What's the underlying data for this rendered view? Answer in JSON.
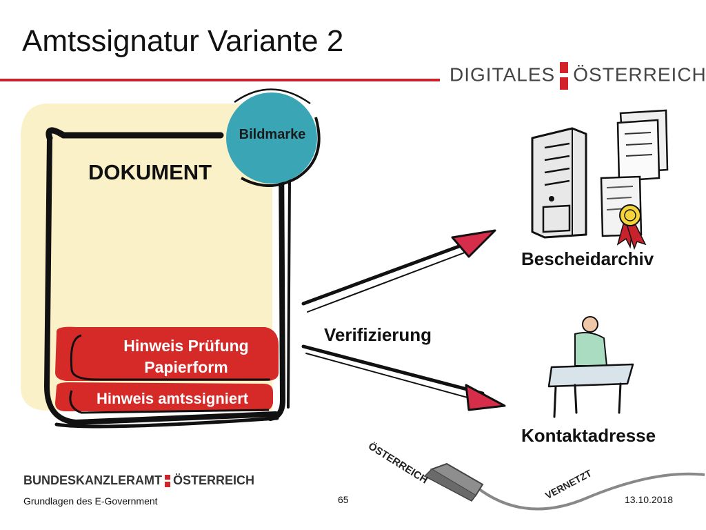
{
  "slide": {
    "title": "Amtssignatur Variante 2"
  },
  "brand": {
    "left": "DIGITALES",
    "right": "ÖSTERREICH"
  },
  "diagram": {
    "document_title": "DOKUMENT",
    "bildmarke": "Bildmarke",
    "hinweis_pruefung": "Hinweis Prüfung Papierform",
    "hinweis_signiert": "Hinweis amtssigniert",
    "verifizierung": "Verifizierung",
    "bescheidarchiv": "Bescheidarchiv",
    "kontaktadresse": "Kontaktadresse"
  },
  "stamp": {
    "top": "ÖSTERREICH",
    "bottom": "VERNETZT"
  },
  "footer": {
    "logo_left": "BUNDESKANZLERAMT",
    "logo_right": "ÖSTERREICH",
    "text": "Grundlagen des E-Government",
    "page": "65",
    "date": "13.10.2018"
  },
  "colors": {
    "accent_red": "#c8232c",
    "document_fill": "#fbf1c9",
    "seal_teal": "#3aa6b5",
    "outline": "#111111"
  },
  "icons": [
    "server-icon",
    "documents-icon",
    "seal-ribbon-icon",
    "person-at-desk-icon",
    "usb-cable-icon"
  ]
}
